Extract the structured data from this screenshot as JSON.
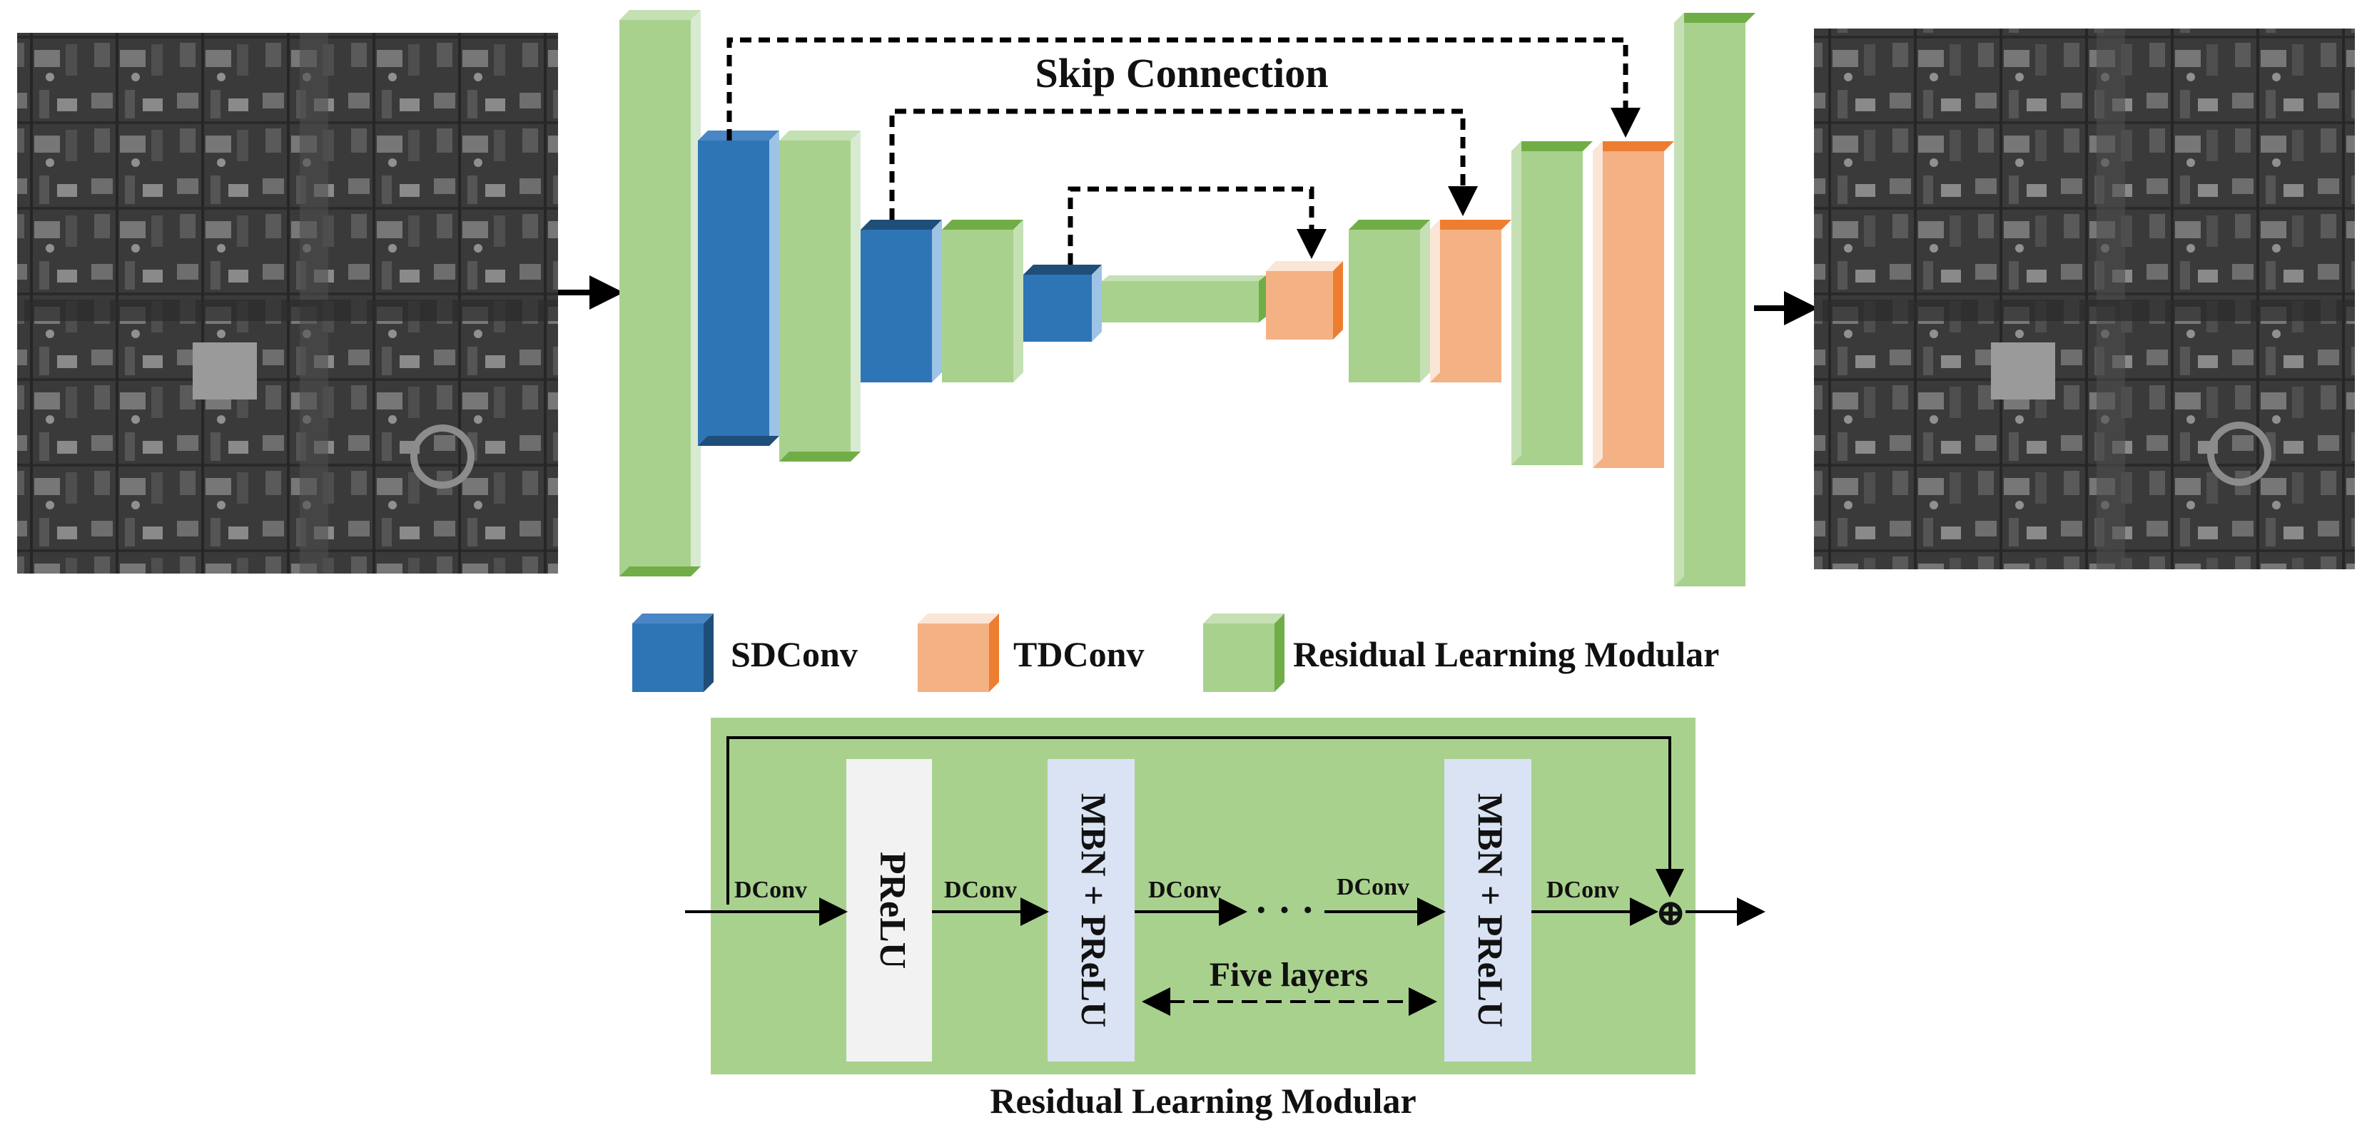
{
  "diagram": {
    "skip_connection_label": "Skip Connection",
    "legend": {
      "sdconv_label": "SDConv",
      "tdconv_label": "TDConv",
      "residual_label": "Residual Learning Modular"
    },
    "residual_module": {
      "caption": "Residual Learning Modular",
      "prelu_label": "PReLU",
      "mbn_first_label": "MBN + PReLU",
      "mbn_last_label": "MBN + PReLU",
      "dconv_labels": [
        "DConv",
        "DConv",
        "DConv",
        "DConv",
        "DConv"
      ],
      "ellipsis": "· · ·",
      "five_layers_label": "Five layers",
      "sum_symbol": "⊕"
    },
    "colors": {
      "sdconv": "#2e75b6",
      "tdconv": "#f4b183",
      "residual": "#a9d18e",
      "module_bg": "#a9d18e",
      "prelu_box": "#f2f2f2",
      "mbn_box": "#dae3f3"
    },
    "input_image": "satellite-image-input",
    "output_image": "satellite-image-output"
  }
}
